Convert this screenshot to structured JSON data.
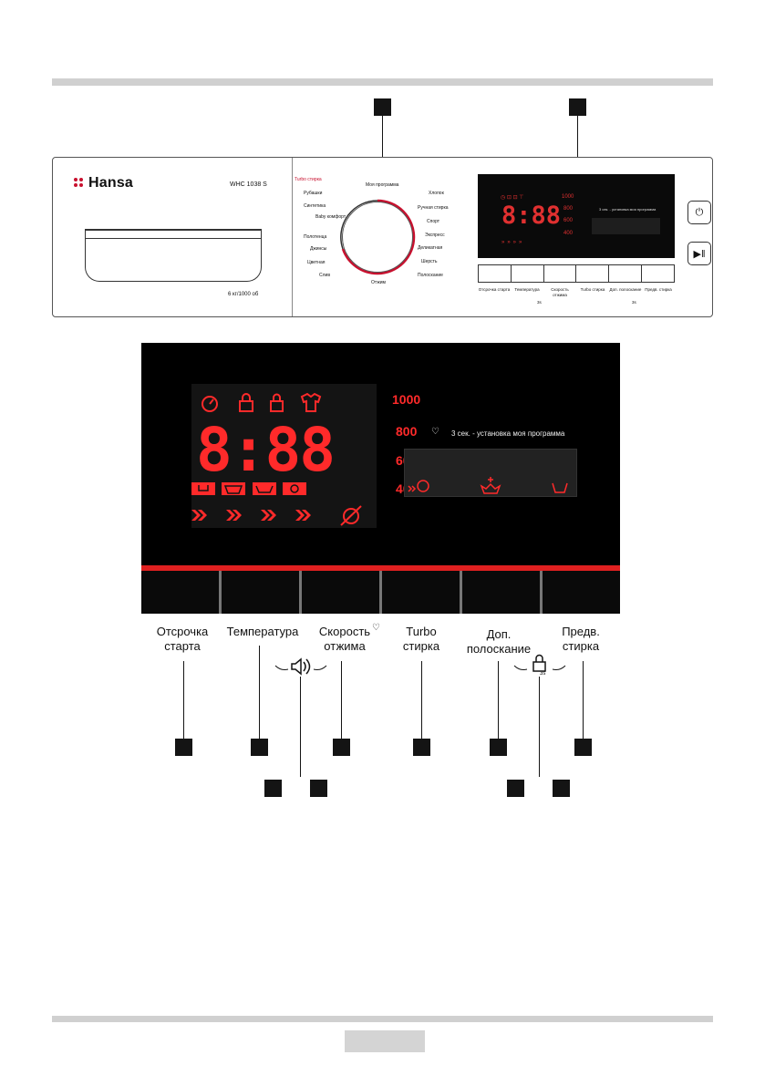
{
  "panel": {
    "brand": "Hansa",
    "model": "WHC 1038 S",
    "capacity": "6 кг/1000 об",
    "programs_left": [
      "Turbo стирка",
      "Рубашки",
      "Синтетика",
      "Baby комфорт",
      "Полотенца",
      "Джинсы",
      "Цветная",
      "Слив"
    ],
    "programs_right": [
      "Моя программа",
      "Хлопок",
      "Ручная стирка",
      "Спорт",
      "Экспресс",
      "Деликатная",
      "Шерсть",
      "Полоскание"
    ],
    "program_bottom": "Отжим",
    "mini_display": {
      "digits": "8:88",
      "speeds": [
        "1000",
        "800",
        "600",
        "400"
      ],
      "my_program_hint": "3 сек. - установка моя программа"
    },
    "mini_labels": [
      "Отсрочка старта",
      "Температура",
      "Скорость отжима",
      "Turbo стирка",
      "Доп. полоскание",
      "Предв. стирка"
    ],
    "mini_combo_left": "3s",
    "mini_combo_right": "3s"
  },
  "display": {
    "digits": "8:88",
    "speeds": [
      "1000",
      "800",
      "600",
      "400"
    ],
    "my_program_hint": "3 сек. - установка моя программа"
  },
  "key_labels": [
    {
      "line1": "Отсрочка",
      "line2": "старта"
    },
    {
      "line1": "Температура",
      "line2": ""
    },
    {
      "line1": "Скорость",
      "line2": "отжима"
    },
    {
      "line1": "Turbo",
      "line2": "стирка"
    },
    {
      "line1": "Доп.",
      "line2": "полоскание"
    },
    {
      "line1": "Предв.",
      "line2": "стирка"
    }
  ],
  "combo_lock_label": "3s",
  "colors": {
    "display_red": "#ff2a2a",
    "bar_red": "#e02020",
    "brand_red": "#c8102e",
    "display_bg": "#000000",
    "rule_gray": "#d0d0d0"
  },
  "icons": [
    "timer-icon",
    "lock-icon",
    "child-lock-icon",
    "shirt-icon",
    "prewash-icon",
    "tub-icon",
    "rinse-icon",
    "spin-icon",
    "arrow-icon",
    "no-spin-icon",
    "heart-clock-icon",
    "speaker-icon",
    "power-icon",
    "play-pause-icon"
  ]
}
